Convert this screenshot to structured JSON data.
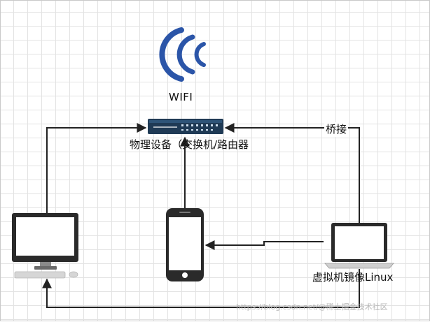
{
  "labels": {
    "wifi": "WIFI",
    "router": "物理设备（交换机/路由器",
    "bridge": "桥接",
    "vm": "虚拟机镜像Linux"
  },
  "watermark": "https://blog.csdn.net/@稀土掘金技术社区",
  "colors": {
    "wifi": "#2b55a8",
    "router_body": "#1f3a55",
    "device": "#2a2a2a",
    "arrow": "#222222",
    "grid": "#e3e3e3"
  },
  "icons": {
    "wifi": "wifi-icon",
    "router": "router-icon",
    "desktop": "desktop-monitor-icon",
    "phone": "smartphone-icon",
    "laptop": "laptop-icon"
  }
}
